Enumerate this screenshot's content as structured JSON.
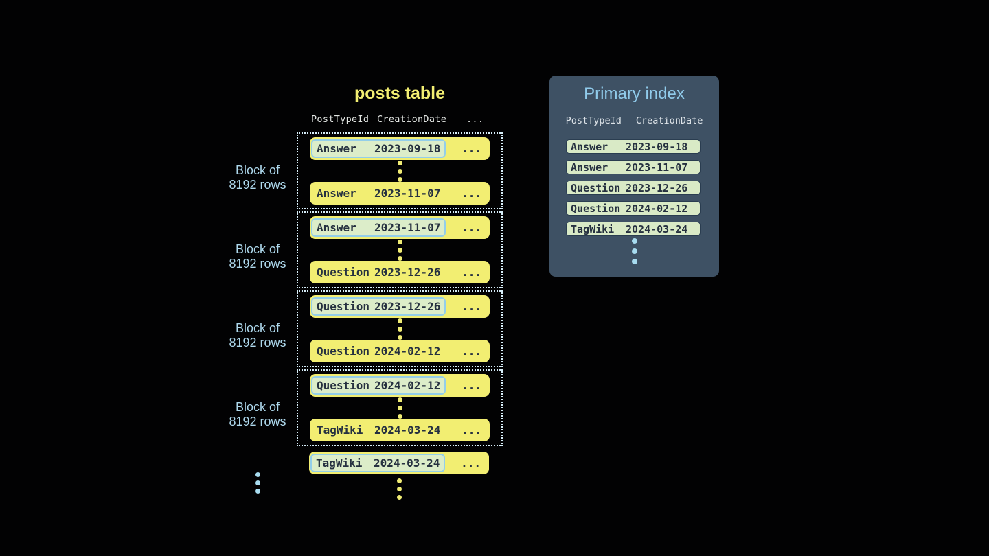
{
  "posts_table": {
    "title": "posts table",
    "headers": [
      "PostTypeId",
      "CreationDate",
      "..."
    ],
    "block_label_line1": "Block of",
    "block_label_line2": "8192 rows",
    "row_ellipsis": "...",
    "blocks": [
      {
        "first": {
          "type": "Answer",
          "date": "2023-09-18"
        },
        "last": {
          "type": "Answer",
          "date": "2023-11-07"
        }
      },
      {
        "first": {
          "type": "Answer",
          "date": "2023-11-07"
        },
        "last": {
          "type": "Question",
          "date": "2023-12-26"
        }
      },
      {
        "first": {
          "type": "Question",
          "date": "2023-12-26"
        },
        "last": {
          "type": "Question",
          "date": "2024-02-12"
        }
      },
      {
        "first": {
          "type": "Question",
          "date": "2024-02-12"
        },
        "last": {
          "type": "TagWiki",
          "date": "2024-03-24"
        }
      }
    ],
    "tail_row": {
      "type": "TagWiki",
      "date": "2024-03-24"
    }
  },
  "primary_index": {
    "title": "Primary index",
    "headers": [
      "PostTypeId",
      "CreationDate"
    ],
    "rows": [
      {
        "type": "Answer",
        "date": "2023-09-18"
      },
      {
        "type": "Answer",
        "date": "2023-11-07"
      },
      {
        "type": "Question",
        "date": "2023-12-26"
      },
      {
        "type": "Question",
        "date": "2024-02-12"
      },
      {
        "type": "TagWiki",
        "date": "2024-03-24"
      }
    ]
  },
  "colors": {
    "background": "#020203",
    "row_yellow": "#f2ee72",
    "highlight_fill": "#dcedc9",
    "highlight_border": "#93ceea",
    "index_panel": "#3e5164",
    "index_pill": "#d9eac6",
    "dark_text": "#263140",
    "light_blue_text": "#aed8ec",
    "index_title_blue": "#90cbeb",
    "dotted_border": "#d6edf8",
    "header_gray": "#e2e5e2"
  }
}
